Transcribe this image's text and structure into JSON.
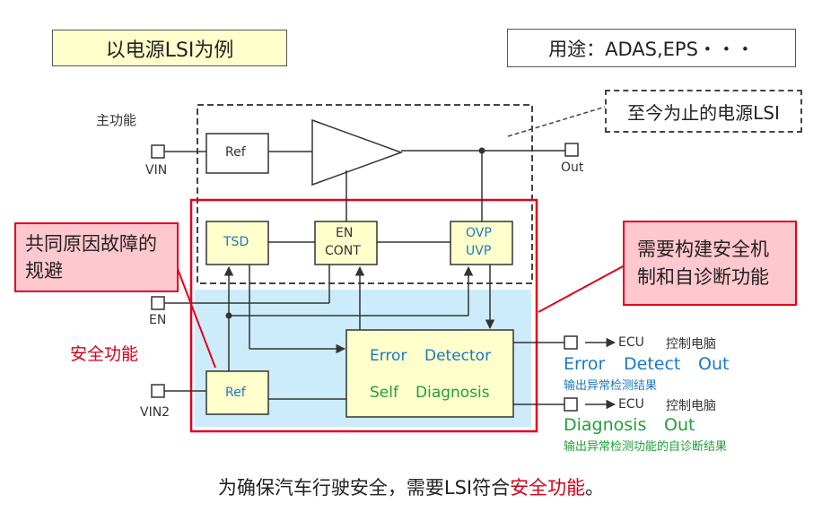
{
  "header": {
    "example_label": "以电源LSI为例",
    "usage_label": "用途：ADAS,EPS・・・"
  },
  "labels": {
    "main_function": "主功能",
    "existing_power_lsi": "至今为止的电源LSI",
    "safety_function": "安全功能",
    "common_cause_avoidance": "共同原因故障的规避",
    "need_safety_mechanism": "需要构建安全机制和自诊断功能"
  },
  "pins": {
    "vin": "VIN",
    "out": "Out",
    "en": "EN",
    "vin2": "VIN2"
  },
  "blocks": {
    "ref_top": "Ref",
    "tsd": "TSD",
    "en_cont_line1": "EN",
    "en_cont_line2": "CONT",
    "ovp": "OVP",
    "uvp": "UVP",
    "ref_bottom": "Ref",
    "error_word": "Error",
    "detector_word": "Detector",
    "self_word": "Self",
    "diagnosis_word": "Diagnosis"
  },
  "outputs": {
    "ecu1": "ECU",
    "ecu1_desc": "控制电脑",
    "error_detect_out_words": [
      "Error",
      "Detect",
      "Out"
    ],
    "error_detect_sub": "输出异常检测结果",
    "ecu2": "ECU",
    "ecu2_desc": "控制电脑",
    "diag_out_words": [
      "Diagnosis",
      "Out"
    ],
    "diag_out_sub": "输出异常检测功能的自诊断结果"
  },
  "footer": {
    "text_prefix": "为确保汽车行驶安全，需要LSI符合",
    "text_highlight": "安全功能",
    "text_suffix": "。"
  },
  "colors": {
    "yellow_fill": "#ffffcc",
    "pink_fill": "#ffc7ce",
    "light_blue_fill": "#ccecfb",
    "red_border": "#e3001b",
    "blue_text": "#1a78c2",
    "green_text": "#22a039",
    "dark_red_text": "#d0021b"
  }
}
